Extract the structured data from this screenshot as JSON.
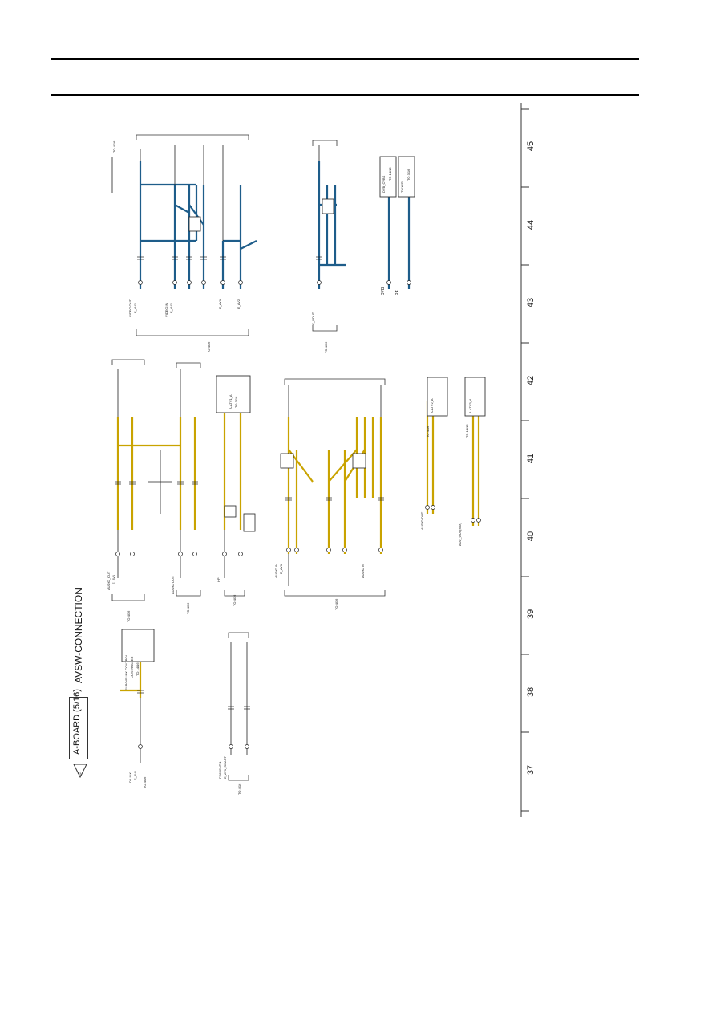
{
  "sheet": {
    "board_label": "A-BOARD (5/16)",
    "sheet_title": "AVSW-CONNECTION",
    "warning_symbol": "⚠",
    "column_numbers": [
      "45",
      "44",
      "43",
      "42",
      "41",
      "40",
      "39",
      "38",
      "37"
    ]
  },
  "blocks": {
    "video_out": {
      "label": "VIDEO OUT",
      "sub": "E_AV1",
      "dest": "TO 4/16"
    },
    "video_in": {
      "label": "VIDEO IN",
      "sub": "E_AV1",
      "dest": "TO 4/16"
    },
    "e_av1": {
      "label": "E_AV1"
    },
    "e_av2": {
      "label": "E_AV2"
    },
    "c_vout": {
      "label": "C_VOUT",
      "dest": "TO 4/16"
    },
    "dvb_cvbs": {
      "label": "DVB_CVBS",
      "dest": "TO 14/16"
    },
    "tuner": {
      "label": "TUNER",
      "dest": "TO 3/16"
    },
    "audio_out_top": {
      "label": "AUDIO_OUT",
      "sub": "E_AV1",
      "dest": "TO 4/16"
    },
    "audio_out_mid": {
      "label": "AUDIO OUT",
      "dest": "TO 4/16"
    },
    "hp": {
      "label": "HP",
      "dest": "TO 4/16"
    },
    "audio_in": {
      "label": "AUDIO IN",
      "sub": "E_AV1",
      "dest": "TO 4/16"
    },
    "audio_in2": {
      "label": "AUDIO IN"
    },
    "atv_a1": {
      "label": "A-ATV1_A",
      "dest": "TO 3/16"
    },
    "atv_a2": {
      "label": "A-ATV2_A",
      "dest": "TO 4/16"
    },
    "atv_a3": {
      "label": "A-ATV3_A",
      "dest": "TO 14/16"
    },
    "audio_out_low": {
      "label": "AUDIO OUT",
      "dest": "TO 4/16"
    },
    "audio_outmix": {
      "label": "AUD_OUT(MIX)",
      "dest": "TO 4/16"
    },
    "d_link": {
      "label": "D-LINK",
      "sub": "E_AV1",
      "dest": "TO 4/16"
    },
    "euro": {
      "label": "EURO/SLINK CONTROL",
      "sub": "CONTROLLER",
      "dest": "TO 14/16"
    },
    "fe_ident": {
      "label": "FE/IDENT 1",
      "sub": "E_AV1_SCART",
      "dest": "TO 4/16"
    },
    "dvb": {
      "label": "DVB"
    },
    "rf": {
      "label": "RF"
    }
  }
}
